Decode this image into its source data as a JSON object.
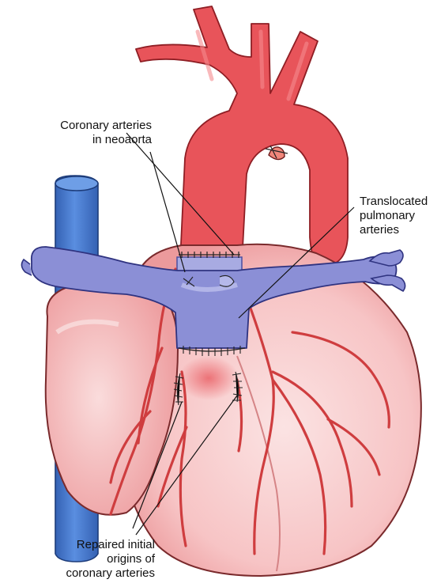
{
  "labels": {
    "coronary_neoaorta": [
      "Coronary arteries",
      "in neoaorta"
    ],
    "translocated_pulmonary": [
      "Translocated",
      "pulmonary",
      "arteries"
    ],
    "repaired_origins": [
      "Repaired initial",
      "origins of",
      "coronary arteries"
    ]
  },
  "colors": {
    "aorta": "#e8545a",
    "aorta_dark": "#c8383f",
    "pulmonary": "#8b8fd6",
    "pulmonary_dark": "#6a6fc0",
    "vena_cava": "#4d7fd1",
    "vena_cava_dark": "#3461b3",
    "heart": "#f7c9c9",
    "heart_shadow": "#ee9a9c",
    "coronary": "#cf3d3f"
  }
}
